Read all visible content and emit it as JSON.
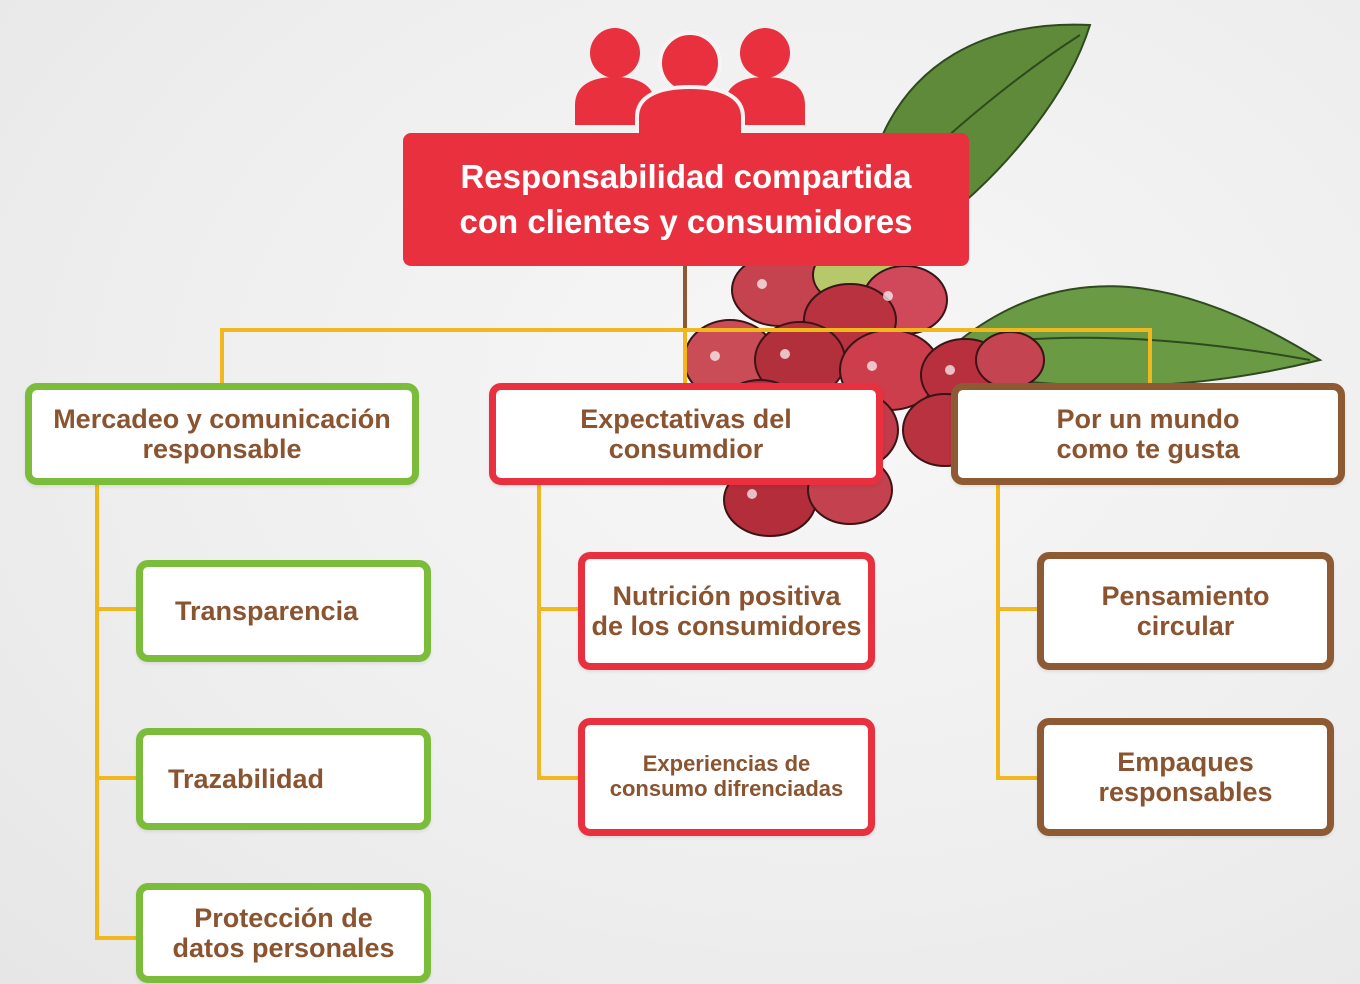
{
  "root": {
    "title": "Responsabilidad compartida\ncon clientes y consumidores",
    "icon": "people-group-icon"
  },
  "colors": {
    "red": "#e8303f",
    "green": "#7bbd3a",
    "brown": "#8e5a33",
    "connector": "#f1b81e",
    "text": "#8a5430"
  },
  "branches": [
    {
      "title": "Mercadeo y comunicación\nresponsable",
      "items": [
        "Transparencia",
        "Trazabilidad",
        "Protección de\ndatos personales"
      ]
    },
    {
      "title": "Expectativas  del\nconsumdior",
      "items": [
        "Nutrición positiva\nde los consumidores",
        "Experiencias de\nconsumo difrenciadas"
      ]
    },
    {
      "title": "Por un mundo\ncomo te gusta",
      "items": [
        "Pensamiento\ncircular",
        "Empaques\nresponsables"
      ]
    }
  ],
  "illustration": "coffee-cherries-branch"
}
